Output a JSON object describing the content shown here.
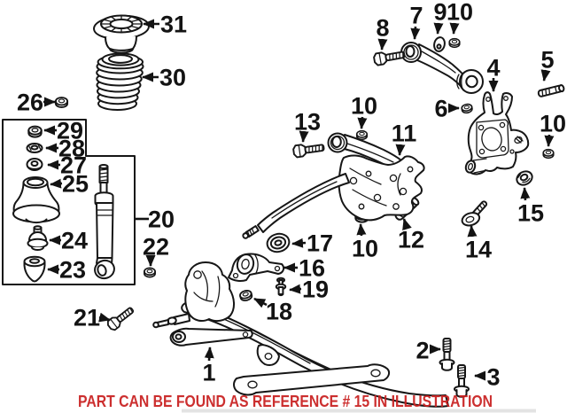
{
  "figure": {
    "type": "exploded-parts-diagram",
    "subject": "rear-suspension-assembly",
    "background": "#ffffff",
    "line_color": "#161616",
    "caption": {
      "text": "PART CAN BE FOUND AS REFERENCE # 15 IN ILLUSTRATION",
      "color": "#c92020"
    },
    "callouts": [
      {
        "n": "31",
        "t": [
          196,
          27
        ],
        "a": [
          180,
          27,
          162,
          27
        ]
      },
      {
        "n": "30",
        "t": [
          195,
          87
        ],
        "a": [
          179,
          87,
          161,
          87
        ]
      },
      {
        "n": "26",
        "t": [
          34,
          115
        ],
        "a": [
          49,
          115,
          62,
          115
        ]
      },
      {
        "n": "29",
        "t": [
          79,
          147
        ],
        "a": [
          64,
          147,
          50,
          147
        ]
      },
      {
        "n": "28",
        "t": [
          81,
          167
        ],
        "a": [
          66,
          167,
          52,
          167
        ]
      },
      {
        "n": "27",
        "t": [
          83,
          186
        ],
        "a": [
          68,
          186,
          54,
          186
        ]
      },
      {
        "n": "25",
        "t": [
          85,
          207
        ],
        "a": [
          70,
          207,
          57,
          208
        ]
      },
      {
        "n": "24",
        "t": [
          84,
          271
        ],
        "a": [
          69,
          271,
          56,
          271
        ]
      },
      {
        "n": "23",
        "t": [
          82,
          304
        ],
        "a": [
          67,
          304,
          54,
          304
        ]
      },
      {
        "n": "20",
        "t": [
          182,
          247
        ],
        "a": [
          153,
          247,
          168,
          247
        ],
        "head": false
      },
      {
        "n": "22",
        "t": [
          176,
          278
        ],
        "a": [
          170,
          290,
          170,
          300
        ]
      },
      {
        "n": "21",
        "t": [
          98,
          358
        ],
        "a": [
          112,
          358,
          124,
          361
        ]
      },
      {
        "n": "1",
        "t": [
          236,
          420
        ],
        "a": [
          236,
          407,
          237,
          392
        ]
      },
      {
        "n": "8",
        "t": [
          432,
          31
        ],
        "a": [
          432,
          44,
          431,
          56
        ]
      },
      {
        "n": "7",
        "t": [
          470,
          17
        ],
        "a": [
          469,
          30,
          468,
          44
        ]
      },
      {
        "n": "9",
        "t": [
          497,
          13
        ],
        "a": [
          495,
          26,
          494,
          38
        ]
      },
      {
        "n": "10",
        "t": [
          519,
          13
        ],
        "a": [
          513,
          26,
          512,
          38
        ]
      },
      {
        "n": "5",
        "t": [
          618,
          67
        ],
        "a": [
          616,
          79,
          614,
          91
        ]
      },
      {
        "n": "4",
        "t": [
          557,
          76
        ],
        "a": [
          557,
          88,
          557,
          103
        ]
      },
      {
        "n": "6",
        "t": [
          498,
          122
        ],
        "a": [
          507,
          122,
          518,
          122
        ]
      },
      {
        "n": "13",
        "t": [
          347,
          137
        ],
        "a": [
          343,
          149,
          342,
          160
        ]
      },
      {
        "n": "10",
        "t": [
          411,
          119
        ],
        "a": [
          409,
          132,
          408,
          145
        ]
      },
      {
        "n": "11",
        "t": [
          456,
          150
        ],
        "a": [
          452,
          163,
          451,
          175
        ]
      },
      {
        "n": "10",
        "t": [
          624,
          139
        ],
        "a": [
          620,
          152,
          619,
          165
        ]
      },
      {
        "n": "15",
        "t": [
          599,
          240
        ],
        "a": [
          593,
          226,
          592,
          212
        ]
      },
      {
        "n": "14",
        "t": [
          540,
          281
        ],
        "a": [
          533,
          267,
          532,
          255
        ]
      },
      {
        "n": "12",
        "t": [
          464,
          270
        ],
        "a": [
          459,
          257,
          456,
          247
        ]
      },
      {
        "n": "10",
        "t": [
          412,
          280
        ],
        "a": [
          408,
          266,
          407,
          253
        ]
      },
      {
        "n": "17",
        "t": [
          361,
          274
        ],
        "a": [
          345,
          274,
          330,
          275
        ]
      },
      {
        "n": "16",
        "t": [
          352,
          302
        ],
        "a": [
          336,
          302,
          321,
          302
        ]
      },
      {
        "n": "19",
        "t": [
          356,
          326
        ],
        "a": [
          340,
          326,
          327,
          327
        ]
      },
      {
        "n": "18",
        "t": [
          315,
          351
        ],
        "a": [
          301,
          344,
          287,
          337
        ]
      },
      {
        "n": "2",
        "t": [
          477,
          395
        ],
        "a": [
          488,
          394,
          497,
          394
        ]
      },
      {
        "n": "3",
        "t": [
          557,
          425
        ],
        "a": [
          546,
          424,
          536,
          424
        ]
      }
    ]
  }
}
